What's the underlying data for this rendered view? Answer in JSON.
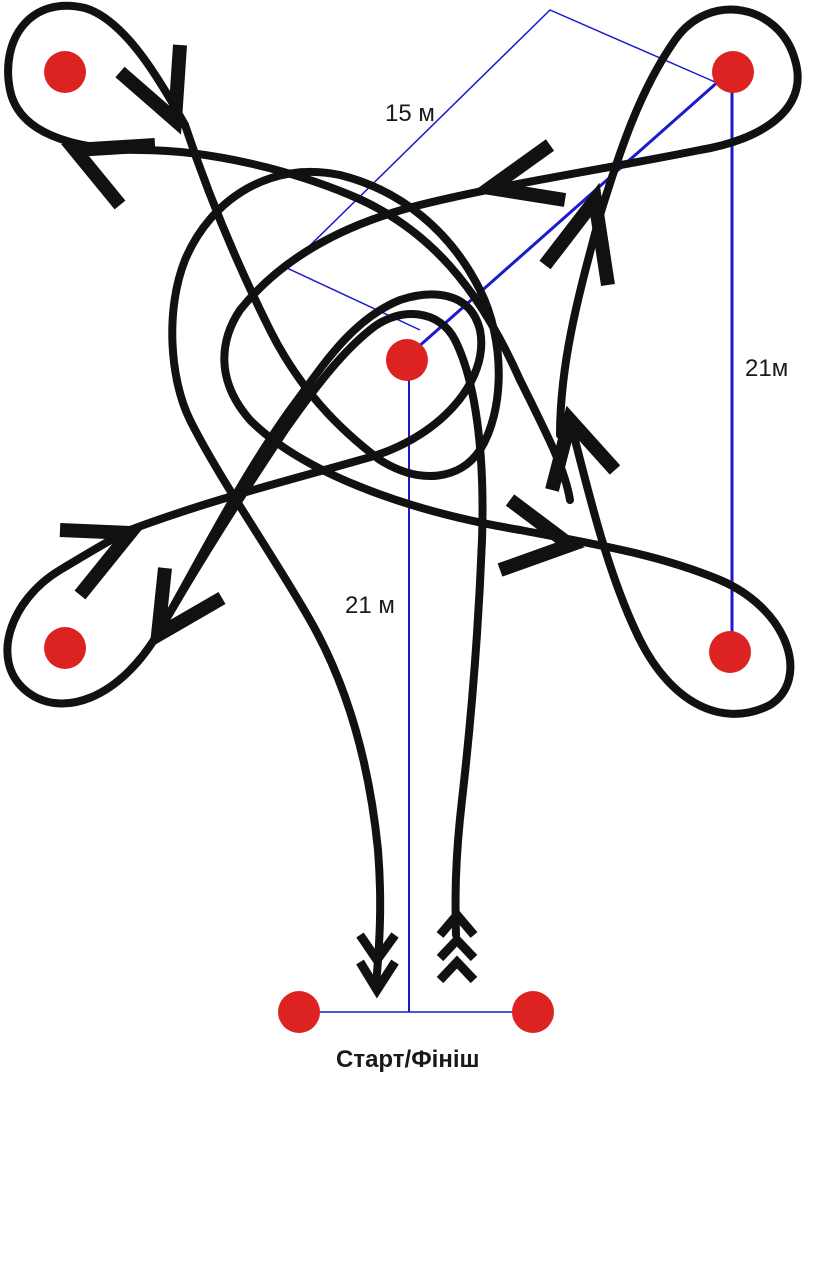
{
  "labels": {
    "dist_top": "15 м",
    "dist_right": "21м",
    "dist_center": "21 м",
    "start_finish": "Старт/Фініш"
  },
  "colors": {
    "cone": "#dd2222",
    "measure": "#1a1acc",
    "path": "#111111"
  }
}
